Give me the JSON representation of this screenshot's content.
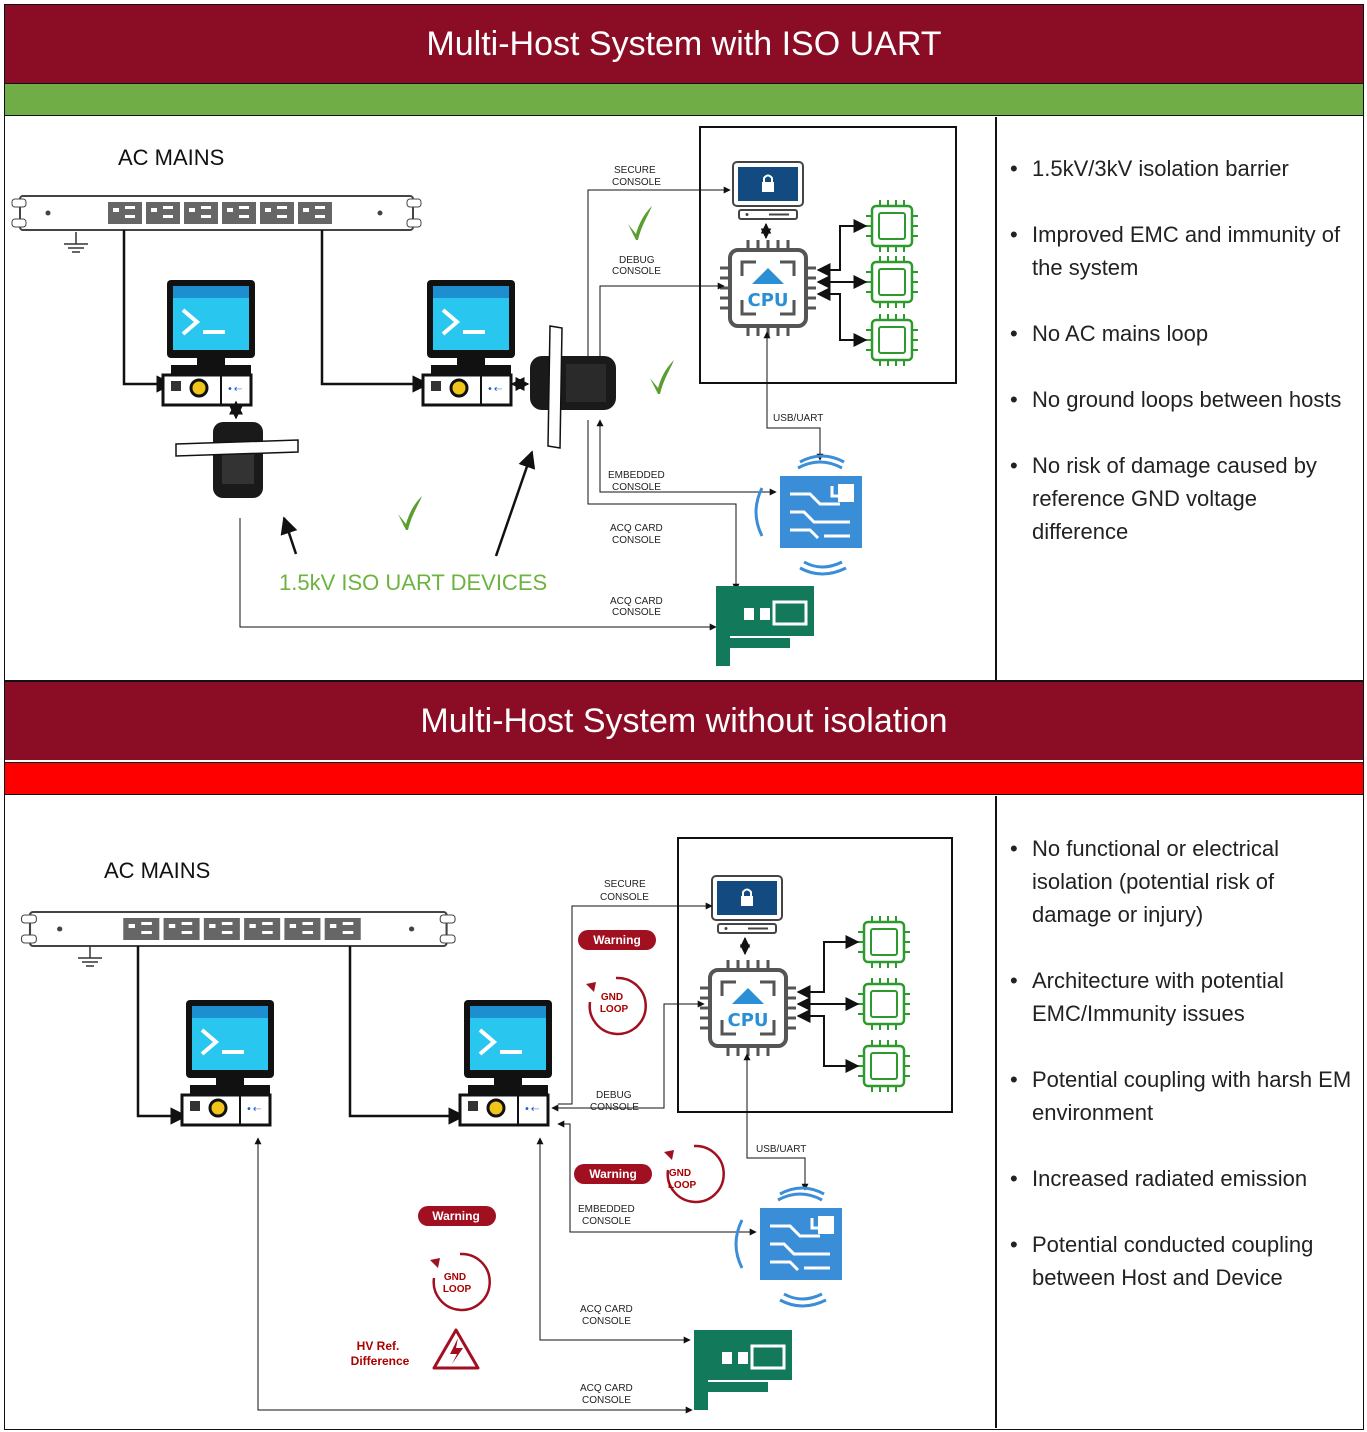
{
  "colors": {
    "header_bg": "#8a0c25",
    "isolated_bar": "#70ad47",
    "non_isolated_bar": "#ff0000",
    "check": "#5a9e2f",
    "warning": "#a01020"
  },
  "section_isolated": {
    "title": "Multi-Host System with ISO UART",
    "ac_mains": "AC MAINS",
    "iso_devices_label": "1.5kV ISO UART DEVICES",
    "labels": {
      "secure_console": [
        "SECURE",
        "CONSOLE"
      ],
      "debug_console": [
        "DEBUG",
        "CONSOLE"
      ],
      "usb_uart": "USB/UART",
      "embedded_console": [
        "EMBEDDED",
        "CONSOLE"
      ],
      "acq_card_console_1": [
        "ACQ CARD",
        "CONSOLE"
      ],
      "acq_card_console_2": [
        "ACQ CARD",
        "CONSOLE"
      ]
    },
    "bullets": [
      "1.5kV/3kV isolation barrier",
      "Improved EMC and immunity of the system",
      "No AC mains loop",
      "No ground loops between hosts",
      "No risk of damage caused by reference GND voltage difference"
    ]
  },
  "section_non_isolated": {
    "title": "Multi-Host System without isolation",
    "ac_mains": "AC MAINS",
    "warning": "Warning",
    "gnd_loop": [
      "GND",
      "LOOP"
    ],
    "hv_ref": [
      "HV Ref.",
      "Difference"
    ],
    "labels": {
      "secure_console": [
        "SECURE",
        "CONSOLE"
      ],
      "debug_console": [
        "DEBUG",
        "CONSOLE"
      ],
      "usb_uart": "USB/UART",
      "embedded_console": [
        "EMBEDDED",
        "CONSOLE"
      ],
      "acq_card_console_1": [
        "ACQ CARD",
        "CONSOLE"
      ],
      "acq_card_console_2": [
        "ACQ CARD",
        "CONSOLE"
      ]
    },
    "bullets": [
      "No functional or electrical isolation (potential risk of damage or injury)",
      "Architecture with potential EMC/Immunity issues",
      "Potential coupling with harsh EM environment",
      "Increased radiated emission",
      "Potential conducted coupling between Host and Device"
    ]
  }
}
